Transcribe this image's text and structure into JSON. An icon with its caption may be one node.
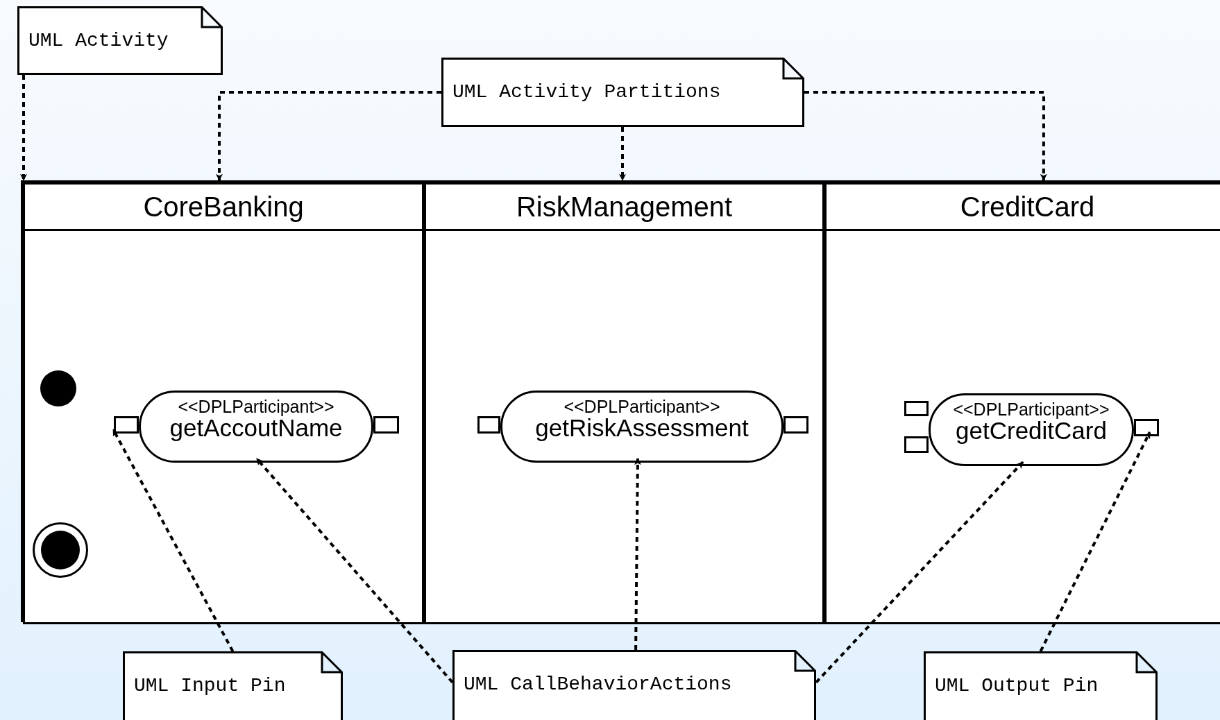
{
  "diagram": {
    "nodes": [
      {
        "text": [
          "UML Activity"
        ]
      },
      {
        "text": [
          "UML Activity Partitions"
        ]
      },
      {
        "text": [],
        "shape": "box"
      },
      {
        "text": [
          "CoreBanking"
        ],
        "in": 2
      },
      {
        "text": [
          "RiskManagement"
        ],
        "in": 2
      },
      {
        "text": [
          "CreditCard"
        ],
        "in": 2
      },
      {
        "text": [],
        "shape": "circle",
        "in": 3
      },
      {
        "text": [],
        "shape": "bullseye",
        "in": 3
      },
      {
        "text": [
          "<<DPLParticipant>>",
          "getAccoutName"
        ],
        "in": 3
      },
      {
        "text": [],
        "shape": "box",
        "in": 3
      },
      {
        "text": [],
        "shape": "box",
        "in": 3
      },
      {
        "text": [
          "<<DPLParticipant>>",
          "getRiskAssessment"
        ],
        "in": 4
      },
      {
        "text": [],
        "shape": "box",
        "in": 4
      },
      {
        "text": [],
        "shape": "box",
        "in": 4
      },
      {
        "text": [
          "<<DPLParticipant>>",
          "getCreditCard"
        ],
        "in": 5
      },
      {
        "text": [],
        "shape": "box",
        "in": 5
      },
      {
        "text": [],
        "shape": "box",
        "in": 5
      },
      {
        "text": [],
        "shape": "box",
        "in": 5
      },
      {
        "text": [
          "UML Input Pin"
        ]
      },
      {
        "text": [
          "UML CallBehaviorActions"
        ]
      },
      {
        "text": [
          "UML Output Pin"
        ]
      }
    ],
    "edges": [
      {
        "from": 0,
        "to": 2,
        "arrow": "to",
        "style": "dashed"
      },
      {
        "from": 1,
        "to": 3,
        "arrow": "to",
        "style": "dashed"
      },
      {
        "from": 1,
        "to": 4,
        "arrow": "to",
        "style": "dashed"
      },
      {
        "from": 1,
        "to": 5,
        "arrow": "to",
        "style": "dashed"
      },
      {
        "from": 18,
        "to": 9,
        "arrow": "to",
        "style": "dashed"
      },
      {
        "from": 19,
        "to": 8,
        "arrow": "to",
        "style": "dashed"
      },
      {
        "from": 19,
        "to": 11,
        "arrow": "to",
        "style": "dashed"
      },
      {
        "from": 19,
        "to": 14,
        "arrow": "to",
        "style": "dashed"
      },
      {
        "from": 20,
        "to": 17,
        "arrow": "to",
        "style": "dashed"
      }
    ]
  }
}
